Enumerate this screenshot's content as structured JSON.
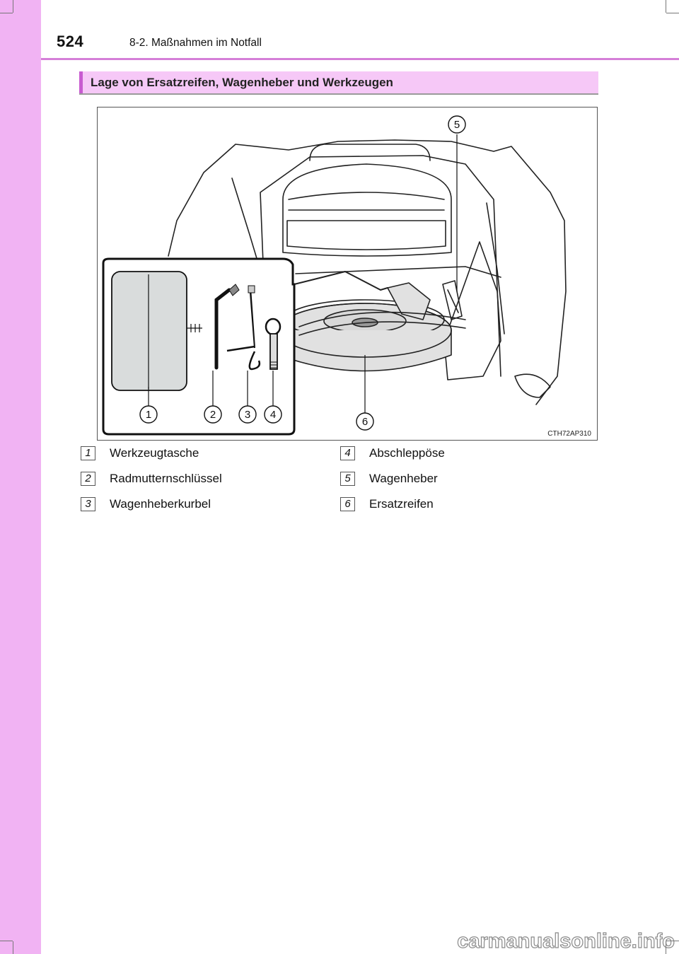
{
  "page": {
    "number": "524",
    "chapter": "8-2. Maßnahmen im Notfall"
  },
  "section": {
    "title": "Lage von Ersatzreifen, Wagenheber und Werkzeugen"
  },
  "figure": {
    "code": "CTH72AP310",
    "callouts": [
      "1",
      "2",
      "3",
      "4",
      "5",
      "6"
    ]
  },
  "legend": [
    {
      "num": "1",
      "label": "Werkzeugtasche"
    },
    {
      "num": "2",
      "label": "Radmutternschlüssel"
    },
    {
      "num": "3",
      "label": "Wagenheberkurbel"
    },
    {
      "num": "4",
      "label": "Abschleppöse"
    },
    {
      "num": "5",
      "label": "Wagenheber"
    },
    {
      "num": "6",
      "label": "Ersatzreifen"
    }
  ],
  "footer": {
    "watermark": "carmanualsonline.info"
  },
  "colors": {
    "side_band": "#f1b3f3",
    "header_rule": "#d57fd8",
    "section_bar": "#f6c8f7",
    "section_stripe": "#c85bd0"
  }
}
